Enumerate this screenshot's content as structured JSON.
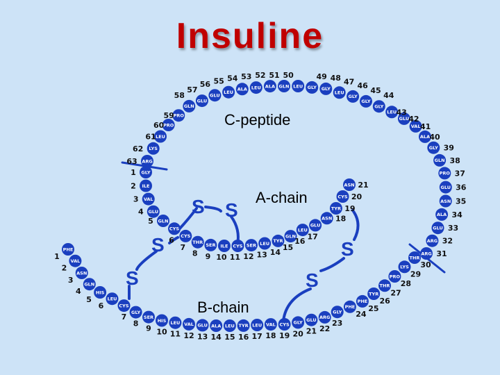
{
  "title": "Insuline",
  "labels": {
    "c_peptide": "C-peptide",
    "a_chain": "A-chain",
    "b_chain": "B-chain"
  },
  "disulfide_symbol": "S",
  "c_peptide": [
    {
      "abbr": "ARG",
      "num": "31"
    },
    {
      "abbr": "ARG",
      "num": "32"
    },
    {
      "abbr": "GLU",
      "num": "33"
    },
    {
      "abbr": "ALA",
      "num": "34"
    },
    {
      "abbr": "ASN",
      "num": "35"
    },
    {
      "abbr": "GLU",
      "num": "36"
    },
    {
      "abbr": "PRO",
      "num": "37"
    },
    {
      "abbr": "GLN",
      "num": "38"
    },
    {
      "abbr": "GLY",
      "num": "39"
    },
    {
      "abbr": "ALA",
      "num": "40"
    },
    {
      "abbr": "VAL",
      "num": "41"
    },
    {
      "abbr": "GLU",
      "num": "42"
    },
    {
      "abbr": "LEU",
      "num": "43"
    },
    {
      "abbr": "GLY",
      "num": "44"
    },
    {
      "abbr": "GLY",
      "num": "45"
    },
    {
      "abbr": "GLY",
      "num": "46"
    },
    {
      "abbr": "LEU",
      "num": "47"
    },
    {
      "abbr": "GLY",
      "num": "48"
    },
    {
      "abbr": "GLY",
      "num": "49"
    },
    {
      "abbr": "LEU",
      "num": "50"
    },
    {
      "abbr": "GLN",
      "num": "51"
    },
    {
      "abbr": "ALA",
      "num": "52"
    },
    {
      "abbr": "LEU",
      "num": "53"
    },
    {
      "abbr": "ALA",
      "num": "54"
    },
    {
      "abbr": "LEU",
      "num": "55"
    },
    {
      "abbr": "GLU",
      "num": "56"
    },
    {
      "abbr": "GLU",
      "num": "57"
    },
    {
      "abbr": "GLN",
      "num": "58"
    },
    {
      "abbr": "PRO",
      "num": "59"
    },
    {
      "abbr": "PRO",
      "num": "60"
    },
    {
      "abbr": "LEU",
      "num": "61"
    },
    {
      "abbr": "LYS",
      "num": "62"
    },
    {
      "abbr": "ARG",
      "num": "63"
    }
  ],
  "a_chain": [
    {
      "abbr": "GLY",
      "num": "1"
    },
    {
      "abbr": "ILE",
      "num": "2"
    },
    {
      "abbr": "VAL",
      "num": "3"
    },
    {
      "abbr": "GLU",
      "num": "4"
    },
    {
      "abbr": "GLN",
      "num": "5"
    },
    {
      "abbr": "CYS",
      "num": "6"
    },
    {
      "abbr": "CYS",
      "num": "7"
    },
    {
      "abbr": "THR",
      "num": "8"
    },
    {
      "abbr": "SER",
      "num": "9"
    },
    {
      "abbr": "ILE",
      "num": "10"
    },
    {
      "abbr": "CYS",
      "num": "11"
    },
    {
      "abbr": "SER",
      "num": "12"
    },
    {
      "abbr": "LEU",
      "num": "13"
    },
    {
      "abbr": "TYR",
      "num": "14"
    },
    {
      "abbr": "GLN",
      "num": "15"
    },
    {
      "abbr": "LEU",
      "num": "16"
    },
    {
      "abbr": "GLU",
      "num": "17"
    },
    {
      "abbr": "ASN",
      "num": "18"
    },
    {
      "abbr": "TYR",
      "num": "19"
    },
    {
      "abbr": "CYS",
      "num": "20"
    },
    {
      "abbr": "ASN",
      "num": "21"
    }
  ],
  "b_chain": [
    {
      "abbr": "PHE",
      "num": "1"
    },
    {
      "abbr": "VAL",
      "num": "2"
    },
    {
      "abbr": "ASN",
      "num": "3"
    },
    {
      "abbr": "GLN",
      "num": "4"
    },
    {
      "abbr": "HIS",
      "num": "5"
    },
    {
      "abbr": "LEU",
      "num": "6"
    },
    {
      "abbr": "CYS",
      "num": "7"
    },
    {
      "abbr": "GLY",
      "num": "8"
    },
    {
      "abbr": "SER",
      "num": "9"
    },
    {
      "abbr": "HIS",
      "num": "10"
    },
    {
      "abbr": "LEU",
      "num": "11"
    },
    {
      "abbr": "VAL",
      "num": "12"
    },
    {
      "abbr": "GLU",
      "num": "13"
    },
    {
      "abbr": "ALA",
      "num": "14"
    },
    {
      "abbr": "LEU",
      "num": "15"
    },
    {
      "abbr": "TYR",
      "num": "16"
    },
    {
      "abbr": "LEU",
      "num": "17"
    },
    {
      "abbr": "VAL",
      "num": "18"
    },
    {
      "abbr": "CYS",
      "num": "19"
    },
    {
      "abbr": "GLY",
      "num": "20"
    },
    {
      "abbr": "GLU",
      "num": "21"
    },
    {
      "abbr": "ARG",
      "num": "22"
    },
    {
      "abbr": "GLY",
      "num": "23"
    },
    {
      "abbr": "PHE",
      "num": "24"
    },
    {
      "abbr": "PHE",
      "num": "25"
    },
    {
      "abbr": "TYR",
      "num": "26"
    },
    {
      "abbr": "THR",
      "num": "27"
    },
    {
      "abbr": "PRO",
      "num": "28"
    },
    {
      "abbr": "LYS",
      "num": "29"
    },
    {
      "abbr": "THR",
      "num": "30"
    }
  ]
}
